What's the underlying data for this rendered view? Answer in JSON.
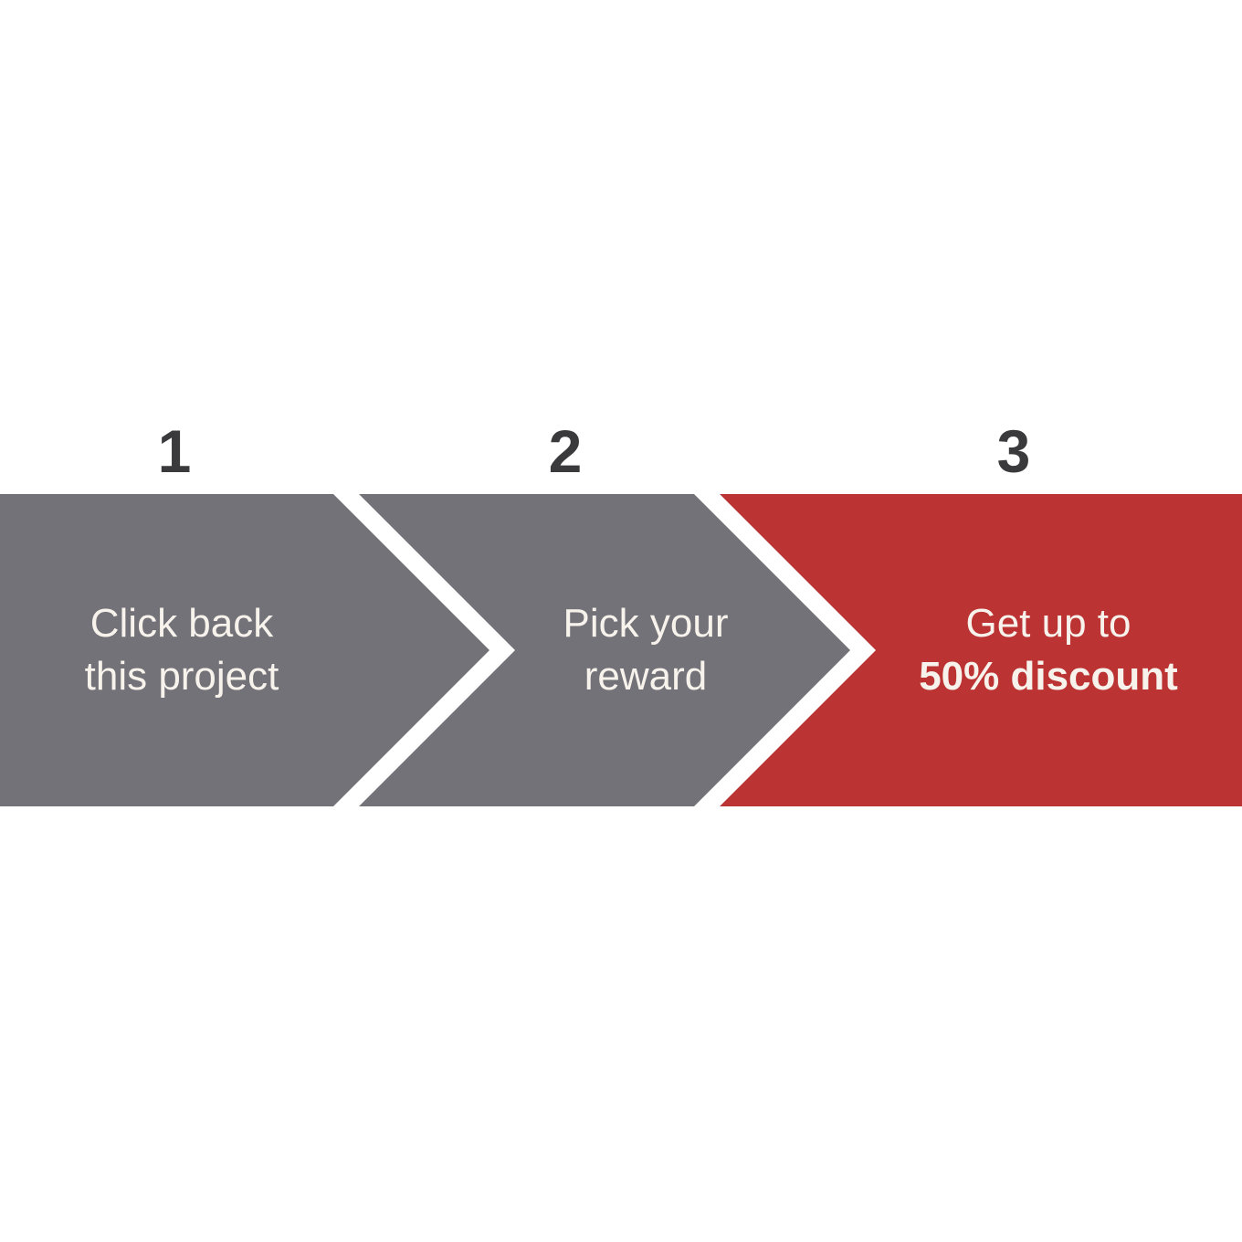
{
  "banner": {
    "steps": [
      {
        "number": "1",
        "line1": "Click back",
        "line2": "this project"
      },
      {
        "number": "2",
        "line1": "Pick your",
        "line2": "reward"
      },
      {
        "number": "3",
        "line1": "Get up to",
        "line2": "50% discount"
      }
    ]
  },
  "colors": {
    "step_gray": "#737278",
    "accent_red": "#BC3334",
    "separator_white": "#FFFFFF",
    "number_dark": "#3A3A3C",
    "step_text_light": "#F7F3EC",
    "page_background": "#FFFFFF"
  }
}
